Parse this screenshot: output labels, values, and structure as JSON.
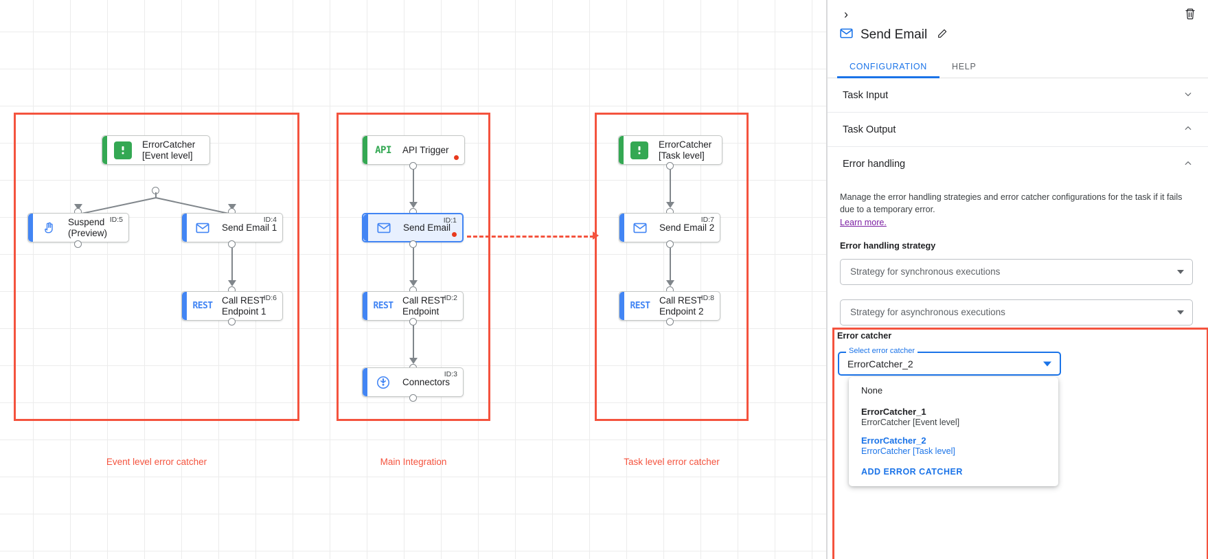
{
  "canvas": {
    "groups": [
      {
        "caption": "Event level error catcher"
      },
      {
        "caption": "Main Integration"
      },
      {
        "caption": "Task level error catcher"
      }
    ],
    "nodes": {
      "errorcatcher_event": {
        "title": "ErrorCatcher\n[Event level]",
        "icon": "error-catcher-icon",
        "id": ""
      },
      "suspend": {
        "title": "Suspend\n(Preview)",
        "icon": "hand-icon",
        "id": "ID:5"
      },
      "send_email_1": {
        "title": "Send Email 1",
        "icon": "envelope-icon",
        "id": "ID:4"
      },
      "call_rest_1": {
        "title": "Call REST\nEndpoint 1",
        "icon": "rest-icon",
        "id": "ID:6"
      },
      "api_trigger": {
        "title": "API Trigger",
        "icon": "api-icon",
        "id": ""
      },
      "send_email": {
        "title": "Send Email",
        "icon": "envelope-icon",
        "id": "ID:1"
      },
      "call_rest": {
        "title": "Call REST\nEndpoint",
        "icon": "rest-icon",
        "id": "ID:2"
      },
      "connectors": {
        "title": "Connectors",
        "icon": "connectors-icon",
        "id": "ID:3"
      },
      "errorcatcher_task": {
        "title": "ErrorCatcher\n[Task level]",
        "icon": "error-catcher-icon",
        "id": ""
      },
      "send_email_2": {
        "title": "Send Email 2",
        "icon": "envelope-icon",
        "id": "ID:7"
      },
      "call_rest_2": {
        "title": "Call REST\nEndpoint 2",
        "icon": "rest-icon",
        "id": "ID:8"
      }
    },
    "icon_glyphs": {
      "api": "API",
      "rest": "REST",
      "error_catcher": "!"
    }
  },
  "panel": {
    "collapse_icon": "›",
    "delete_icon": "delete-icon",
    "task_name": "Send Email",
    "edit_icon": "pencil-icon",
    "tabs": [
      {
        "label": "CONFIGURATION",
        "active": true
      },
      {
        "label": "HELP",
        "active": false
      }
    ],
    "sections": [
      {
        "label": "Task Input",
        "expanded": false
      },
      {
        "label": "Task Output",
        "expanded": true
      },
      {
        "label": "Error handling",
        "expanded": true
      }
    ],
    "error_handling": {
      "description": "Manage the error handling strategies and error catcher configurations for the task if it fails due to a temporary error.",
      "learn_more": "Learn more.",
      "strategy_label": "Error handling strategy",
      "sync_placeholder": "Strategy for synchronous executions",
      "async_placeholder": "Strategy for asynchronous executions"
    },
    "error_catcher": {
      "heading": "Error catcher",
      "field_legend": "Select error catcher",
      "selected_value": "ErrorCatcher_2",
      "options": [
        {
          "primary": "None",
          "secondary": "",
          "selected": false
        },
        {
          "primary": "ErrorCatcher_1",
          "secondary": "ErrorCatcher [Event level]",
          "selected": false
        },
        {
          "primary": "ErrorCatcher_2",
          "secondary": "ErrorCatcher [Task level]",
          "selected": true
        }
      ],
      "add_button": "ADD ERROR CATCHER"
    }
  },
  "colors": {
    "accent_blue": "#1a73e8",
    "highlight_red": "#f4533e",
    "green": "#34a853",
    "link_purple": "#7b1fa2",
    "error_dot": "#e8391d"
  }
}
